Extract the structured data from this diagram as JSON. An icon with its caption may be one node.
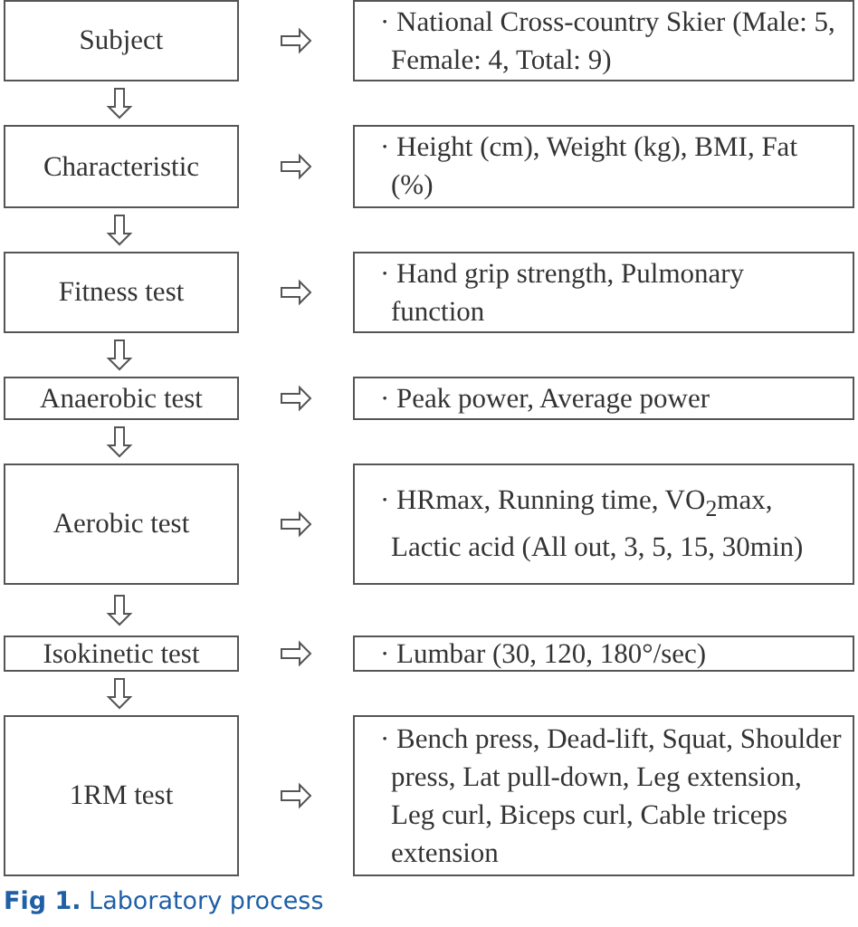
{
  "diagram": {
    "caption": "**Fig 1.** Laboratory process",
    "nodes": [
      {
        "text": [
          "Subject"
        ]
      },
      {
        "text": [
          "· National Cross-country Skier (Male: 5, Female: 4, Total: 9)"
        ]
      },
      {
        "text": [
          "Characteristic"
        ]
      },
      {
        "text": [
          "· Height (cm), Weight (kg), BMI, Fat (%)"
        ]
      },
      {
        "text": [
          "Fitness test"
        ]
      },
      {
        "text": [
          "· Hand grip strength, Pulmonary function"
        ]
      },
      {
        "text": [
          "Anaerobic test"
        ]
      },
      {
        "text": [
          "· Peak power, Average power"
        ]
      },
      {
        "text": [
          "Aerobic test"
        ]
      },
      {
        "text": [
          "· HRmax, Running time, VO$_{2}$max, Lactic acid (All out, 3, 5, 15, 30min)"
        ]
      },
      {
        "text": [
          "Isokinetic test"
        ]
      },
      {
        "text": [
          "· Lumbar (30, 120, 180°/sec)"
        ]
      },
      {
        "text": [
          "1RM test"
        ]
      },
      {
        "text": [
          "· Bench press, Dead-lift, Squat, Shoulder press, Lat pull-down, Leg extension, Leg curl, Biceps curl, Cable triceps extension"
        ]
      }
    ],
    "edges": [
      {
        "from": 0,
        "to": 1,
        "arrow": "to"
      },
      {
        "from": 0,
        "to": 2,
        "arrow": "to"
      },
      {
        "from": 2,
        "to": 3,
        "arrow": "to"
      },
      {
        "from": 2,
        "to": 4,
        "arrow": "to"
      },
      {
        "from": 4,
        "to": 5,
        "arrow": "to"
      },
      {
        "from": 4,
        "to": 6,
        "arrow": "to"
      },
      {
        "from": 6,
        "to": 7,
        "arrow": "to"
      },
      {
        "from": 6,
        "to": 8,
        "arrow": "to"
      },
      {
        "from": 8,
        "to": 9,
        "arrow": "to"
      },
      {
        "from": 8,
        "to": 10,
        "arrow": "to"
      },
      {
        "from": 10,
        "to": 11,
        "arrow": "to"
      },
      {
        "from": 10,
        "to": 12,
        "arrow": "to"
      },
      {
        "from": 12,
        "to": 13,
        "arrow": "to"
      }
    ]
  }
}
